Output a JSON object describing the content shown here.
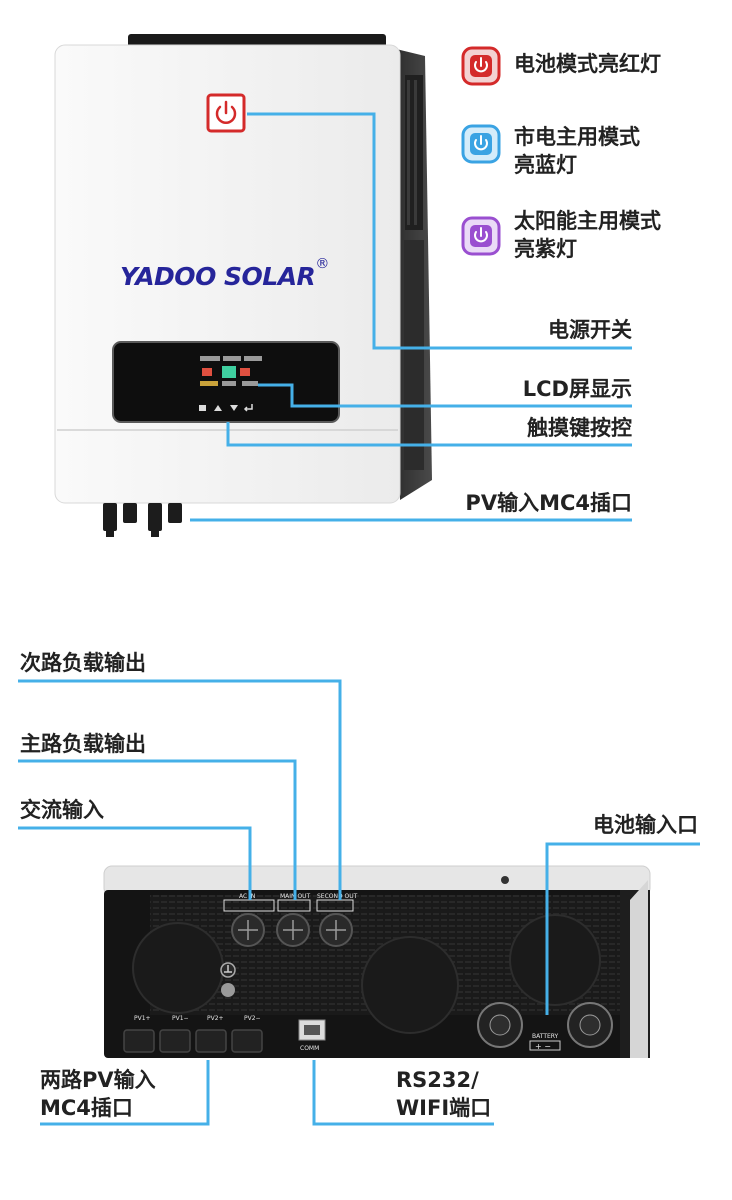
{
  "brand": {
    "name": "YADOO SOLAR",
    "registered": "®"
  },
  "indicators": [
    {
      "label": "电池模式亮红灯",
      "color": "#d42a2a"
    },
    {
      "label_line1": "市电主用模式",
      "label_line2": "亮蓝灯",
      "color": "#3aa3e3"
    },
    {
      "label_line1": "太阳能主用模式",
      "label_line2": "亮紫灯",
      "color": "#9a4fd0"
    }
  ],
  "front_callouts": {
    "power_switch": "电源开关",
    "lcd": "LCD屏显示",
    "touch_keys": "触摸键按控",
    "pv_input": "PV输入MC4插口"
  },
  "bottom_callouts": {
    "secondary_load": "次路负载输出",
    "main_load": "主路负载输出",
    "ac_input": "交流输入",
    "battery_input": "电池输入口",
    "dual_pv_line1": "两路PV输入",
    "dual_pv_line2": "MC4插口",
    "rs232_line1": "RS232/",
    "rs232_line2": "WIFI端口"
  },
  "bottom_panel_labels": {
    "ac_in": "AC IN",
    "main_out": "MAIN OUT",
    "second_out": "SECOND OUT",
    "pv1_plus": "PV1+",
    "pv1_minus": "PV1−",
    "pv2_plus": "PV2+",
    "pv2_minus": "PV2−",
    "comm": "COMM",
    "battery": "BATTERY"
  },
  "colors": {
    "callout_line": "#45b0e8",
    "body": "#f4f4f4",
    "dark": "#161616",
    "brand": "#26259a"
  }
}
